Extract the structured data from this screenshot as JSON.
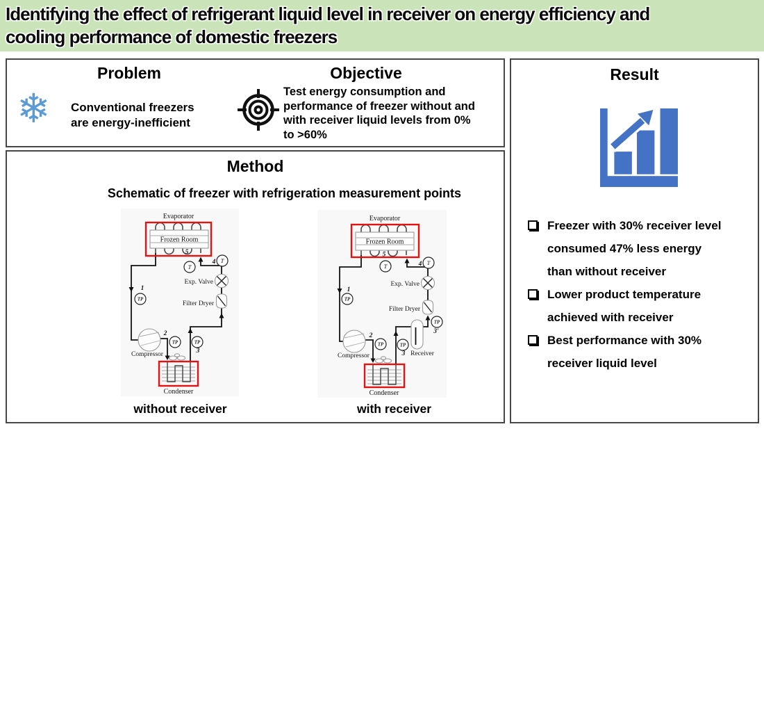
{
  "banner": {
    "title": "Identifying the effect of refrigerant liquid level in receiver on energy efficiency and cooling performance of domestic freezers",
    "title_lines": [
      "Identifying the effect of refrigerant liquid level in receiver on energy efficiency and",
      "cooling performance of domestic freezers"
    ],
    "bg_color": "#cbe3b8"
  },
  "problem": {
    "heading": "Problem",
    "text": "Conventional freezers\nare energy-inefficient",
    "icon": "snowflake-icon",
    "snowflake_glyph": "❄",
    "icon_color": "#5b9bd5"
  },
  "objective": {
    "heading": "Objective",
    "text": "Test energy consumption and\nperformance of freezer without and\nwith receiver liquid levels from 0%\nto >60%",
    "icon": "target-icon",
    "icon_color": "#111111"
  },
  "method": {
    "heading": "Method",
    "subtitle": "Schematic of freezer with refrigeration measurement points",
    "captions": {
      "left": "without receiver",
      "right": "with receiver"
    },
    "labels": {
      "evaporator": "Evaporator",
      "frozen_room": "Frozen Room",
      "exp_valve": "Exp. Valve",
      "filter_dryer": "Filter Dryer",
      "compressor": "Compressor",
      "condenser": "Condenser",
      "receiver": "Receiver",
      "t": "T",
      "tp": "TP",
      "n1": "1",
      "n2": "2",
      "n3": "3",
      "n3p": "3'",
      "n4": "4",
      "n5": "5"
    },
    "highlight_color": "#e01212"
  },
  "result": {
    "heading": "Result",
    "icon": "bar-chart-increase-icon",
    "icon_color": "#4472c4",
    "bullet_glyph": "❑",
    "bullets": [
      "Freezer with 30% receiver level\nconsumed 47% less energy\nthan without receiver",
      "Lower product temperature\nachieved with receiver",
      "Best performance with 30%\nreceiver liquid level"
    ]
  }
}
